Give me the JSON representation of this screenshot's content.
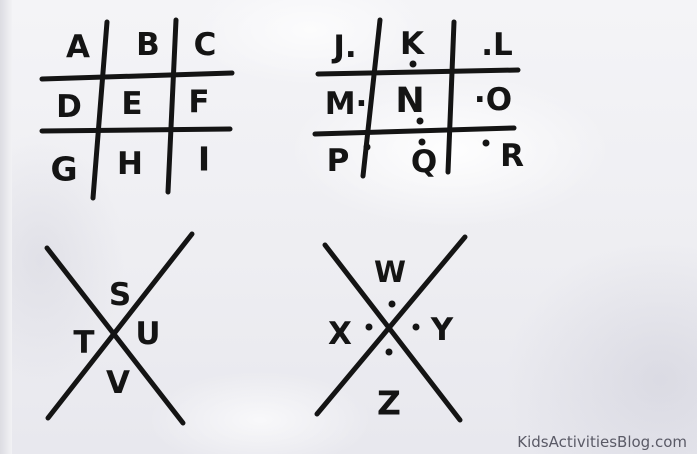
{
  "grid_one": {
    "letters": [
      "A",
      "B",
      "C",
      "D",
      "E",
      "F",
      "G",
      "H",
      "I"
    ]
  },
  "grid_two": {
    "letters": [
      "J.",
      "K",
      ".L",
      "M·",
      "N",
      "·O",
      "P",
      "Q",
      "R"
    ]
  },
  "x_one": {
    "letters": [
      "S",
      "T",
      "U",
      "V"
    ]
  },
  "x_two": {
    "letters": [
      "W",
      "X",
      "Y",
      "Z"
    ]
  },
  "watermark": "KidsActivitiesBlog.com"
}
